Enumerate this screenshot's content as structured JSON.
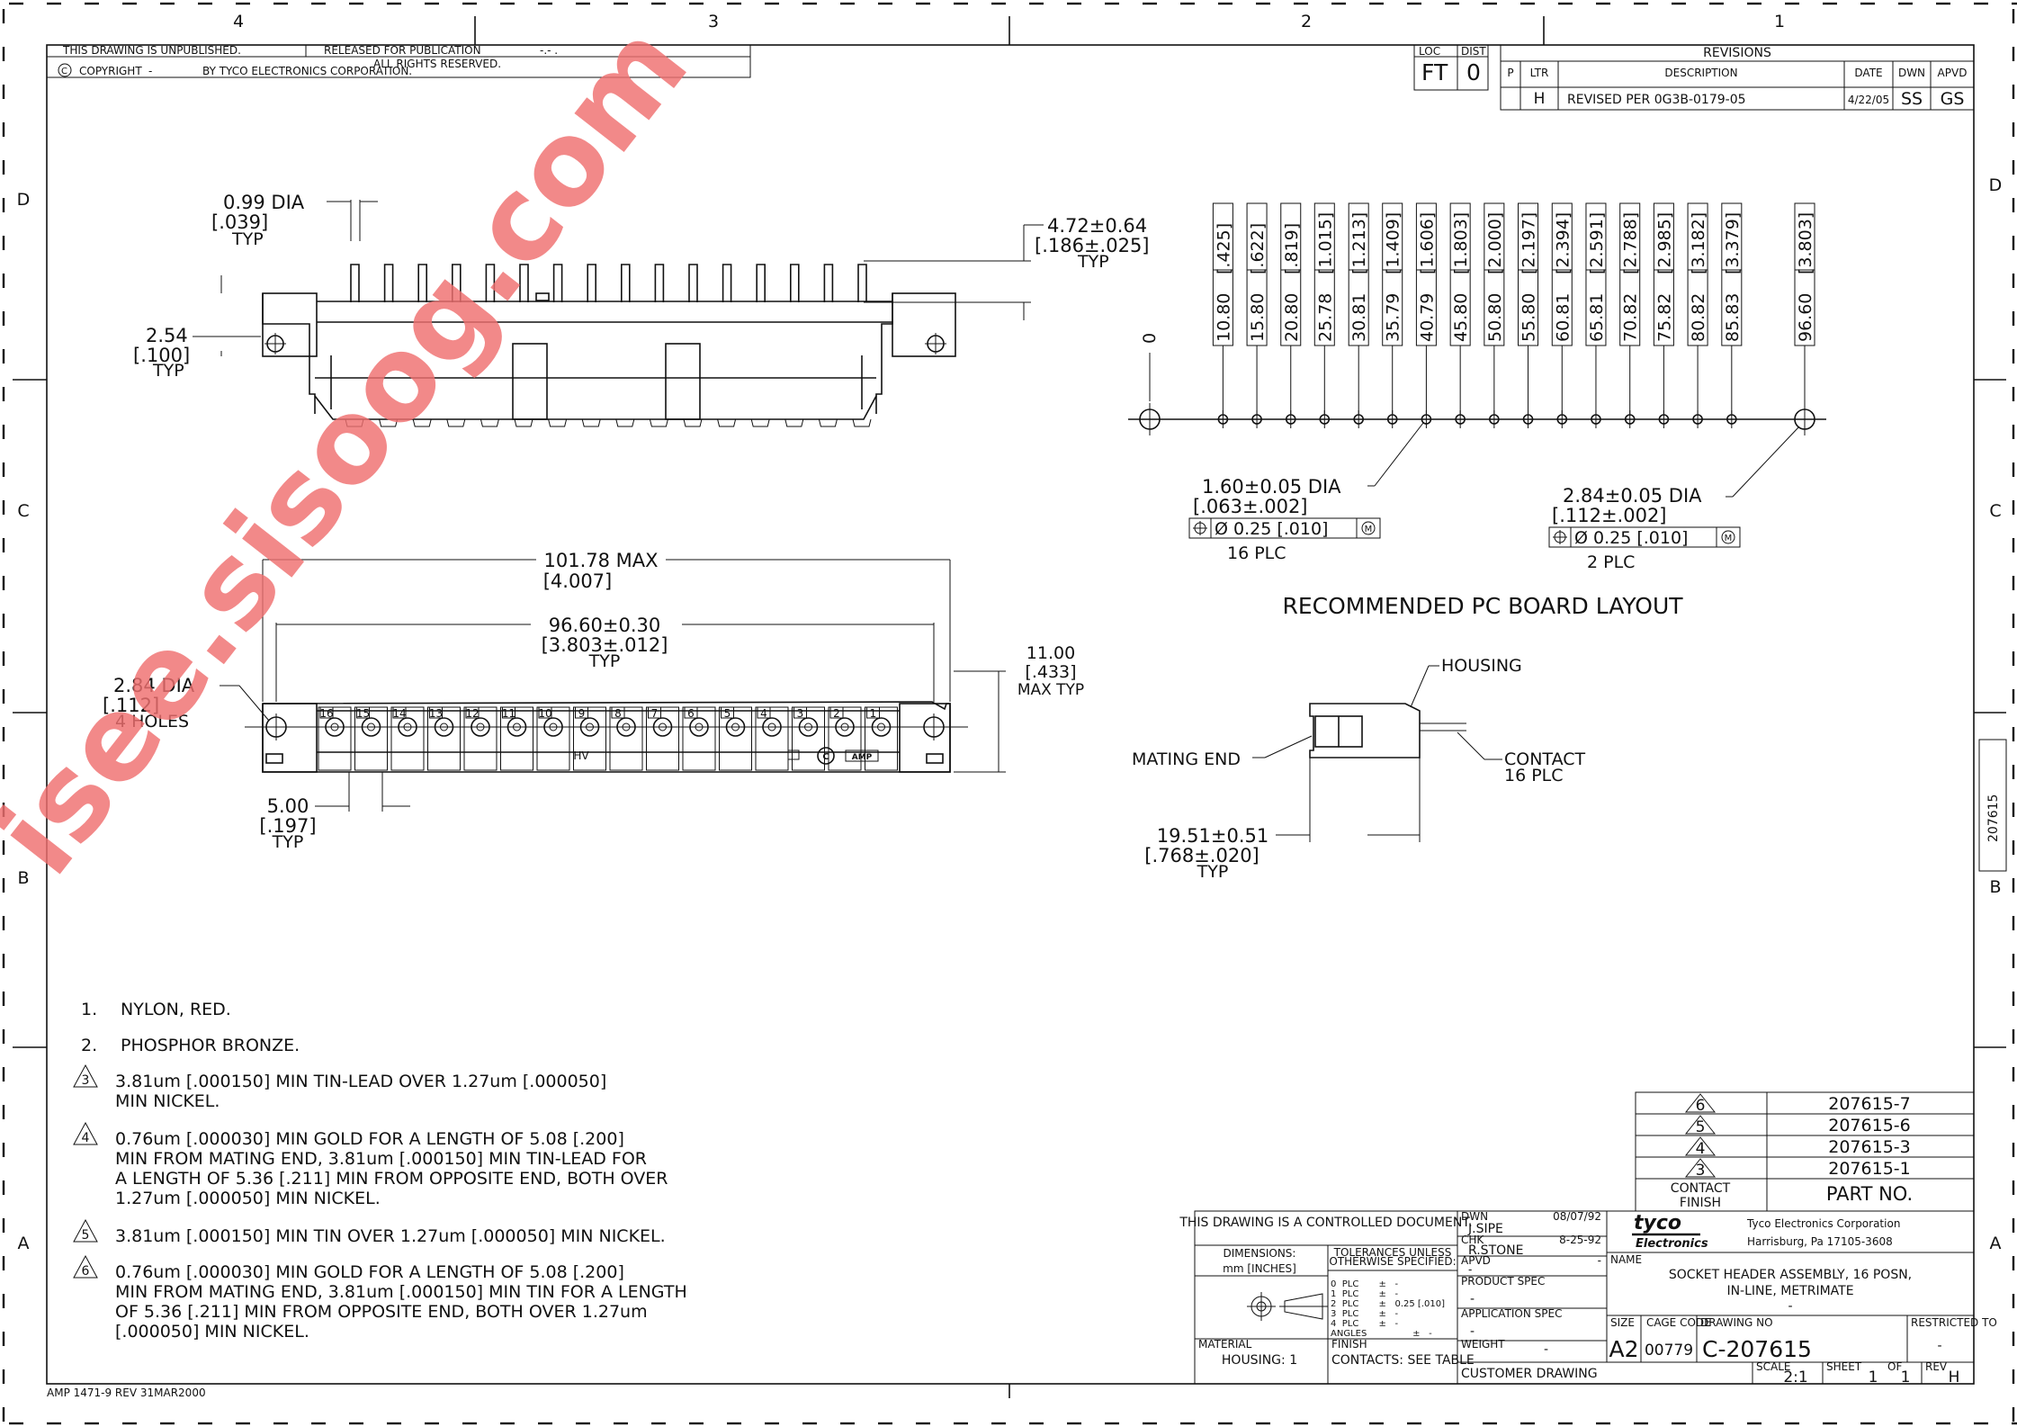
{
  "zones": {
    "cols": [
      "4",
      "3",
      "2",
      "1"
    ],
    "rows": [
      "D",
      "C",
      "B",
      "A"
    ]
  },
  "header_note": {
    "unpublished": "THIS DRAWING IS UNPUBLISHED.",
    "released": "RELEASED FOR PUBLICATION",
    "released_val": "-.-  .",
    "copyright": "COPYRIGHT",
    "copyright_dash": "-",
    "by": "BY TYCO ELECTRONICS CORPORATION.",
    "rights": "ALL RIGHTS RESERVED."
  },
  "loc_dist": {
    "loc_label": "LOC",
    "loc": "FT",
    "dist_label": "DIST",
    "dist": "0"
  },
  "revisions": {
    "title": "REVISIONS",
    "h_p": "P",
    "h_ltr": "LTR",
    "h_desc": "DESCRIPTION",
    "h_date": "DATE",
    "h_dwn": "DWN",
    "h_apvd": "APVD",
    "ltr": "H",
    "desc": "REVISED PER 0G3B-0179-05",
    "date": "4/22/05",
    "dwn": "SS",
    "apvd": "GS"
  },
  "top_view": {
    "pin_dia": "0.99  DIA",
    "pin_dia_in": "[.039]",
    "pin_typ": "TYP",
    "pitch": "2.54",
    "pitch_in": "[.100]",
    "pitch_typ": "TYP",
    "tail": "4.72±0.64",
    "tail_in": "[.186±.025]",
    "tail_typ": "TYP"
  },
  "front_view": {
    "max_len": "101.78  MAX",
    "max_len_in": "[4.007]",
    "hole_sp": "96.60±0.30",
    "hole_sp_in": "[3.803±.012]",
    "hole_sp_typ": "TYP",
    "hole_dia": "2.84  DIA",
    "hole_dia_in": "[.112]",
    "holes": "4  HOLES",
    "height": "11.00",
    "height_in": "[.433]",
    "height_typ": "MAX  TYP",
    "pitch": "5.00",
    "pitch_in": "[.197]",
    "pitch_typ": "TYP",
    "pos_labels": [
      "16",
      "15",
      "14",
      "13",
      "12",
      "11",
      "10",
      "9",
      "8",
      "7",
      "6",
      "5",
      "4",
      "3",
      "2",
      "1"
    ],
    "hv": "HV",
    "amp": "AMP"
  },
  "pcb": {
    "origin": "0",
    "positions": [
      "10.80",
      "15.80",
      "20.80",
      "25.78",
      "30.81",
      "35.79",
      "40.79",
      "45.80",
      "50.80",
      "55.80",
      "60.81",
      "65.81",
      "70.82",
      "75.82",
      "80.82",
      "85.83",
      "96.60"
    ],
    "positions_in": [
      "[.425]",
      "[.622]",
      "[.819]",
      "[1.015]",
      "[1.213]",
      "[1.409]",
      "[1.606]",
      "[1.803]",
      "[2.000]",
      "[2.197]",
      "[2.394]",
      "[2.591]",
      "[2.788]",
      "[2.985]",
      "[3.182]",
      "[3.379]",
      "[3.803]"
    ],
    "small_dia": "1.60±0.05  DIA",
    "small_dia_in": "[.063±.002]",
    "small_tol": "Ø  0.25  [.010]",
    "small_plc": "16  PLC",
    "large_dia": "2.84±0.05  DIA",
    "large_dia_in": "[.112±.002]",
    "large_tol": "Ø  0.25  [.010]",
    "large_plc": "2  PLC",
    "mmc": "M",
    "title": "RECOMMENDED  PC  BOARD  LAYOUT"
  },
  "side_view": {
    "housing": "HOUSING",
    "mating": "MATING  END",
    "contact": "CONTACT",
    "contact_plc": "16  PLC",
    "len": "19.51±0.51",
    "len_in": "[.768±.020]",
    "len_typ": "TYP"
  },
  "notes": [
    {
      "num": "1.",
      "text": [
        "NYLON,  RED."
      ]
    },
    {
      "num": "2.",
      "text": [
        "PHOSPHOR  BRONZE."
      ]
    },
    {
      "num": "3",
      "text": [
        "3.81um  [.000150]  MIN  TIN-LEAD  OVER  1.27um  [.000050]",
        "MIN  NICKEL."
      ]
    },
    {
      "num": "4",
      "text": [
        "0.76um  [.000030]  MIN  GOLD  FOR  A  LENGTH  OF  5.08  [.200]",
        "MIN  FROM  MATING  END,  3.81um  [.000150]  MIN  TIN-LEAD  FOR",
        "A  LENGTH  OF  5.36  [.211]  MIN  FROM  OPPOSITE  END,  BOTH  OVER",
        "1.27um  [.000050]  MIN  NICKEL."
      ]
    },
    {
      "num": "5",
      "text": [
        "3.81um  [.000150]  MIN  TIN  OVER  1.27um  [.000050]  MIN  NICKEL."
      ]
    },
    {
      "num": "6",
      "text": [
        "0.76um  [.000030]  MIN  GOLD  FOR  A  LENGTH  OF  5.08  [.200]",
        "MIN  FROM  MATING  END,  3.81um  [.000150]  MIN  TIN  FOR  A  LENGTH",
        "OF  5.36  [.211]  MIN  FROM  OPPOSITE  END,  BOTH  OVER  1.27um",
        "[.000050]  MIN  NICKEL."
      ]
    }
  ],
  "part_table": {
    "rows": [
      {
        "finish": "6",
        "part": "207615-7"
      },
      {
        "finish": "5",
        "part": "207615-6"
      },
      {
        "finish": "4",
        "part": "207615-3"
      },
      {
        "finish": "3",
        "part": "207615-1"
      }
    ],
    "h_finish1": "CONTACT",
    "h_finish2": "FINISH",
    "h_part": "PART  NO."
  },
  "title_block": {
    "controlled": "THIS  DRAWING  IS  A  CONTROLLED  DOCUMENT.",
    "dims": "DIMENSIONS:",
    "dims_unit": "mm [INCHES]",
    "tol_h1": "TOLERANCES  UNLESS",
    "tol_h2": "OTHERWISE  SPECIFIED:",
    "tol_rows": [
      "0  PLC       ±   -",
      "1  PLC       ±   -",
      "2  PLC       ±   0.25 [.010]",
      "3  PLC       ±   -",
      "4  PLC       ±   -",
      "ANGLES                ±   -"
    ],
    "material_label": "MATERIAL",
    "material": "HOUSING:  1",
    "finish_label": "FINISH",
    "finish": "CONTACTS:  SEE  TABLE",
    "dwn_label": "DWN",
    "dwn": "J.SIPE",
    "dwn_date": "08/07/92",
    "chk_label": "CHK",
    "chk": "R.STONE",
    "chk_date": "8-25-92",
    "apvd_label": "APVD",
    "apvd": "-",
    "apvd_date": "-",
    "prod_spec_label": "PRODUCT  SPEC",
    "prod_spec": "-",
    "app_spec_label": "APPLICATION  SPEC",
    "app_spec": "-",
    "weight_label": "WEIGHT",
    "weight": "-",
    "customer": "CUSTOMER  DRAWING",
    "logo1": "tyco",
    "logo2": "Electronics",
    "company": "Tyco  Electronics  Corporation",
    "address": "Harrisburg,  Pa  17105-3608",
    "name_label": "NAME",
    "name1": "SOCKET  HEADER  ASSEMBLY,  16  POSN,",
    "name2": "IN-LINE,  METRIMATE",
    "name3": "-",
    "size_label": "SIZE",
    "size": "A2",
    "cage_label": "CAGE  CODE",
    "cage": "00779",
    "dwgno_label": "DRAWING  NO",
    "dwgno": "C-207615",
    "restricted_label": "RESTRICTED  TO",
    "restricted": "-",
    "scale_label": "SCALE",
    "scale": "2:1",
    "sheet_label": "SHEET",
    "sheet": "1",
    "of_label": "OF",
    "of": "1",
    "rev_label": "REV",
    "rev": "H"
  },
  "footer": "AMP  1471-9  REV  31MAR2000",
  "side_tab": "207615",
  "watermark": "isee.sisoog.com"
}
